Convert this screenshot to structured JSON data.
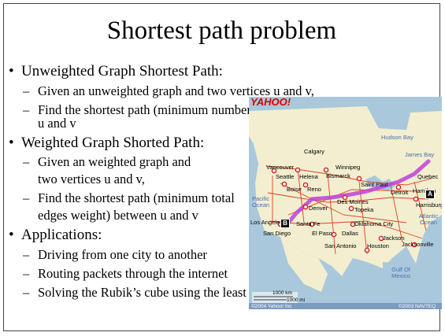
{
  "slide": {
    "title": "Shortest path problem",
    "bullet_glyph": "•",
    "dash_glyph": "–",
    "sections": [
      {
        "heading": "Unweighted Graph Shortest Path:",
        "items": [
          "Given an unweighted graph and two vertices u and v,",
          "Find the shortest path (minimum number of edges) between",
          "u and v"
        ]
      },
      {
        "heading": "Weighted Graph Shorted Path:",
        "items": [
          "Given an weighted graph and",
          "two vertices u and v,",
          "Find the shortest path (minimum total",
          "edges weight) between u and v"
        ]
      },
      {
        "heading": "Applications:",
        "items": [
          "Driving from one city to another",
          "Routing packets through the internet",
          "Solving the Rubik’s cube using the least number of moves"
        ]
      }
    ]
  },
  "map": {
    "logo": "YAHOO!",
    "cities": {
      "vancouver": "Vancouver",
      "calgary": "Calgary",
      "winnipeg": "Winnipeg",
      "seattle": "Seattle",
      "helena": "Helena",
      "bismarck": "Bismarck",
      "boise": "Boise",
      "reno": "Reno",
      "saint_paul": "Saint Paul",
      "quebec": "Quebec",
      "hamilton": "Hamilton",
      "detroit": "Detroit",
      "des_moines": "Des Moines",
      "denver": "Denver",
      "topeka": "Topeka",
      "harrisburg": "Harrisburg",
      "los_angeles": "Los Angeles",
      "santa_fe": "Santa Fe",
      "oklahoma_city": "Oklahoma City",
      "dallas": "Dallas",
      "jackson": "Jackson",
      "san_diego": "San Diego",
      "el_paso": "El Paso",
      "san_antonio": "San Antonio",
      "houston": "Houston",
      "jacksonville": "Jacksonville"
    },
    "water": {
      "hudson_bay": "Hudson Bay",
      "james_bay": "James Bay",
      "pacific": "Pacific Ocean",
      "atlantic": "Atlantic Ocean",
      "gulf": "Gulf Of Mexico"
    },
    "markers": {
      "a": "A",
      "b": "B"
    },
    "scale": {
      "km": "1000 km",
      "mi": "1000 mi"
    },
    "copyright_left": "©2004 Yahoo! Inc",
    "copyright_right": "©2003 NAVTEQ",
    "colors": {
      "route": "#c040d8",
      "land": "#f2eecf",
      "water": "#a9c8dc",
      "road": "#e04020"
    }
  }
}
